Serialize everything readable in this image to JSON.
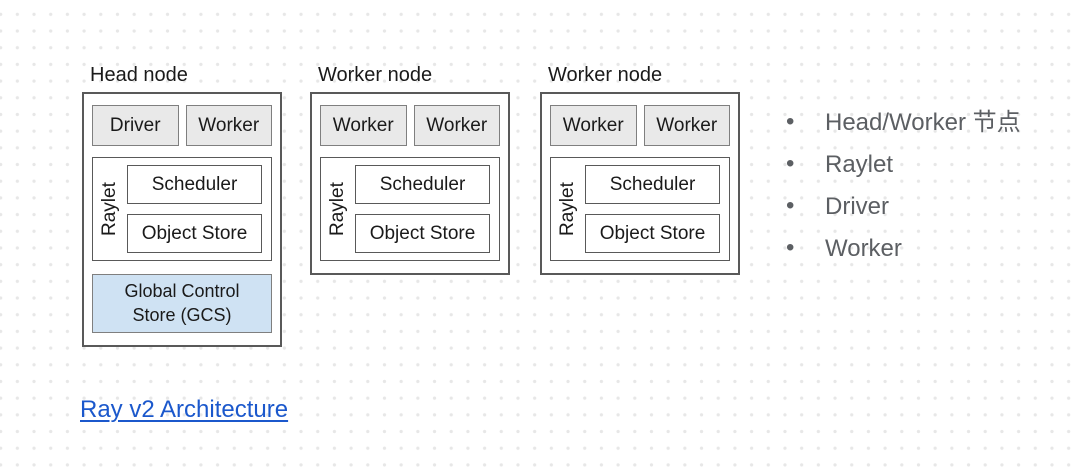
{
  "slide": {
    "nodes": [
      {
        "title": "Head node",
        "processes": [
          "Driver",
          "Worker"
        ],
        "raylet": {
          "label": "Raylet",
          "children": [
            "Scheduler",
            "Object Store"
          ]
        },
        "gcs": "Global Control Store (GCS)"
      },
      {
        "title": "Worker node",
        "processes": [
          "Worker",
          "Worker"
        ],
        "raylet": {
          "label": "Raylet",
          "children": [
            "Scheduler",
            "Object Store"
          ]
        }
      },
      {
        "title": "Worker node",
        "processes": [
          "Worker",
          "Worker"
        ],
        "raylet": {
          "label": "Raylet",
          "children": [
            "Scheduler",
            "Object Store"
          ]
        }
      }
    ],
    "bullet_list": [
      "Head/Worker 节点",
      "Raylet",
      "Driver",
      "Worker"
    ],
    "link_label": "Ray v2 Architecture"
  },
  "colors": {
    "process_box_fill": "#e9e9e9",
    "gcs_fill": "#cfe2f3",
    "box_border_dark": "#595959",
    "box_border_gray": "#7f7f7f",
    "diagram_text": "#1a1a1a",
    "bullet_text": "#5c5f63",
    "link_blue": "#1b58cc",
    "dot_grid": "#e7e7e7",
    "background": "#ffffff"
  }
}
